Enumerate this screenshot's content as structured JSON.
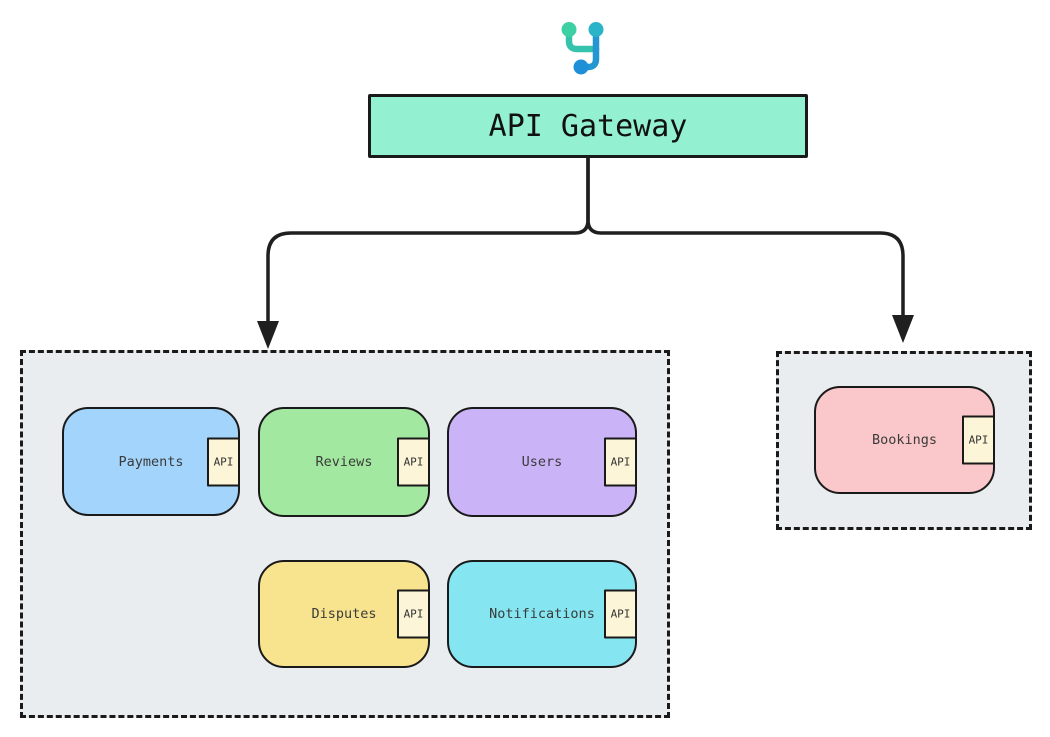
{
  "canvas": {
    "background": "#ffffff"
  },
  "icon": {
    "name": "fork-branch-icon",
    "teal": "#3ed0a5",
    "mid": "#2ab3c9",
    "blue": "#1f8fd8",
    "stroke_left": "#35c3ae",
    "stroke_right": "#2497d3"
  },
  "gateway": {
    "label": "API Gateway",
    "fill": "#93f0d1",
    "border": "#1a1a1a"
  },
  "connector": {
    "color": "#1f1f1f"
  },
  "badge": {
    "label": "API",
    "fill": "#fcf5d8",
    "border": "#1a1a1a"
  },
  "service_groups": [
    {
      "name": "core-services-group",
      "fill": "#e9edef",
      "border": "#1a1a1a",
      "services": [
        {
          "label": "Payments",
          "fill": "#a3d4fb"
        },
        {
          "label": "Reviews",
          "fill": "#a3e8a0"
        },
        {
          "label": "Users",
          "fill": "#cbb3f8"
        },
        {
          "label": "Disputes",
          "fill": "#f8e48e"
        },
        {
          "label": "Notifications",
          "fill": "#85e5f0"
        }
      ]
    },
    {
      "name": "bookings-group",
      "fill": "#e9edef",
      "border": "#1a1a1a",
      "services": [
        {
          "label": "Bookings",
          "fill": "#fac8ca"
        }
      ]
    }
  ]
}
